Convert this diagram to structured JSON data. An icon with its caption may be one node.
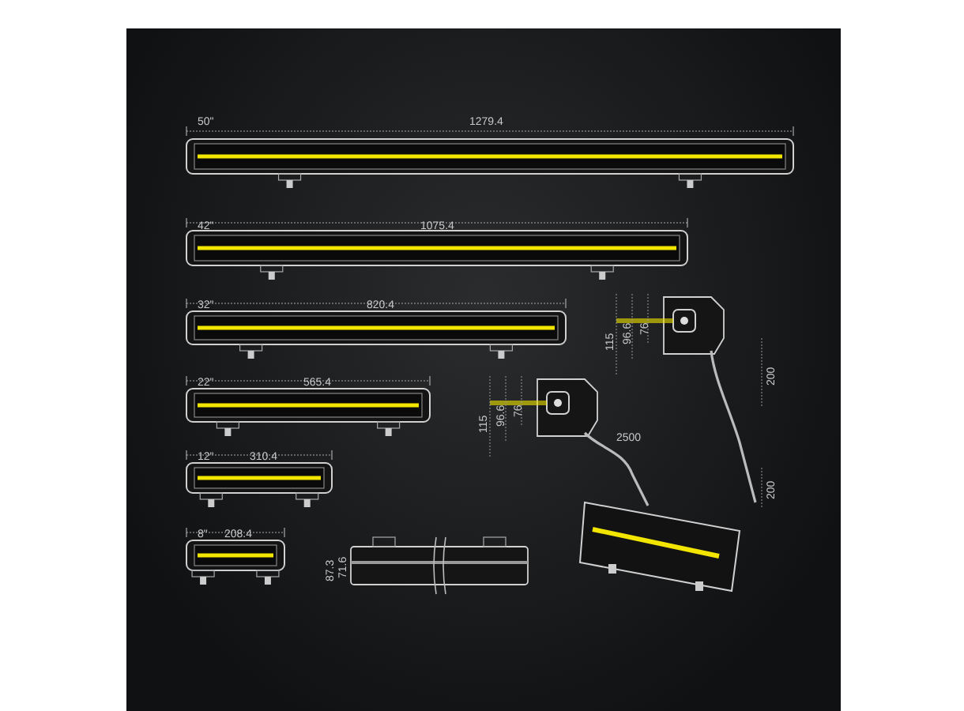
{
  "diagram": {
    "labels": [
      "50\"",
      "1279.4",
      "42\"",
      "1075.4",
      "32\"",
      "820.4",
      "115",
      "96.6",
      "76",
      "200",
      "22\"",
      "565.4",
      "115",
      "96.6",
      "76",
      "2500",
      "12\"",
      "310.4",
      "200",
      "8\"",
      "208.4",
      "87.3",
      "71.6"
    ]
  }
}
